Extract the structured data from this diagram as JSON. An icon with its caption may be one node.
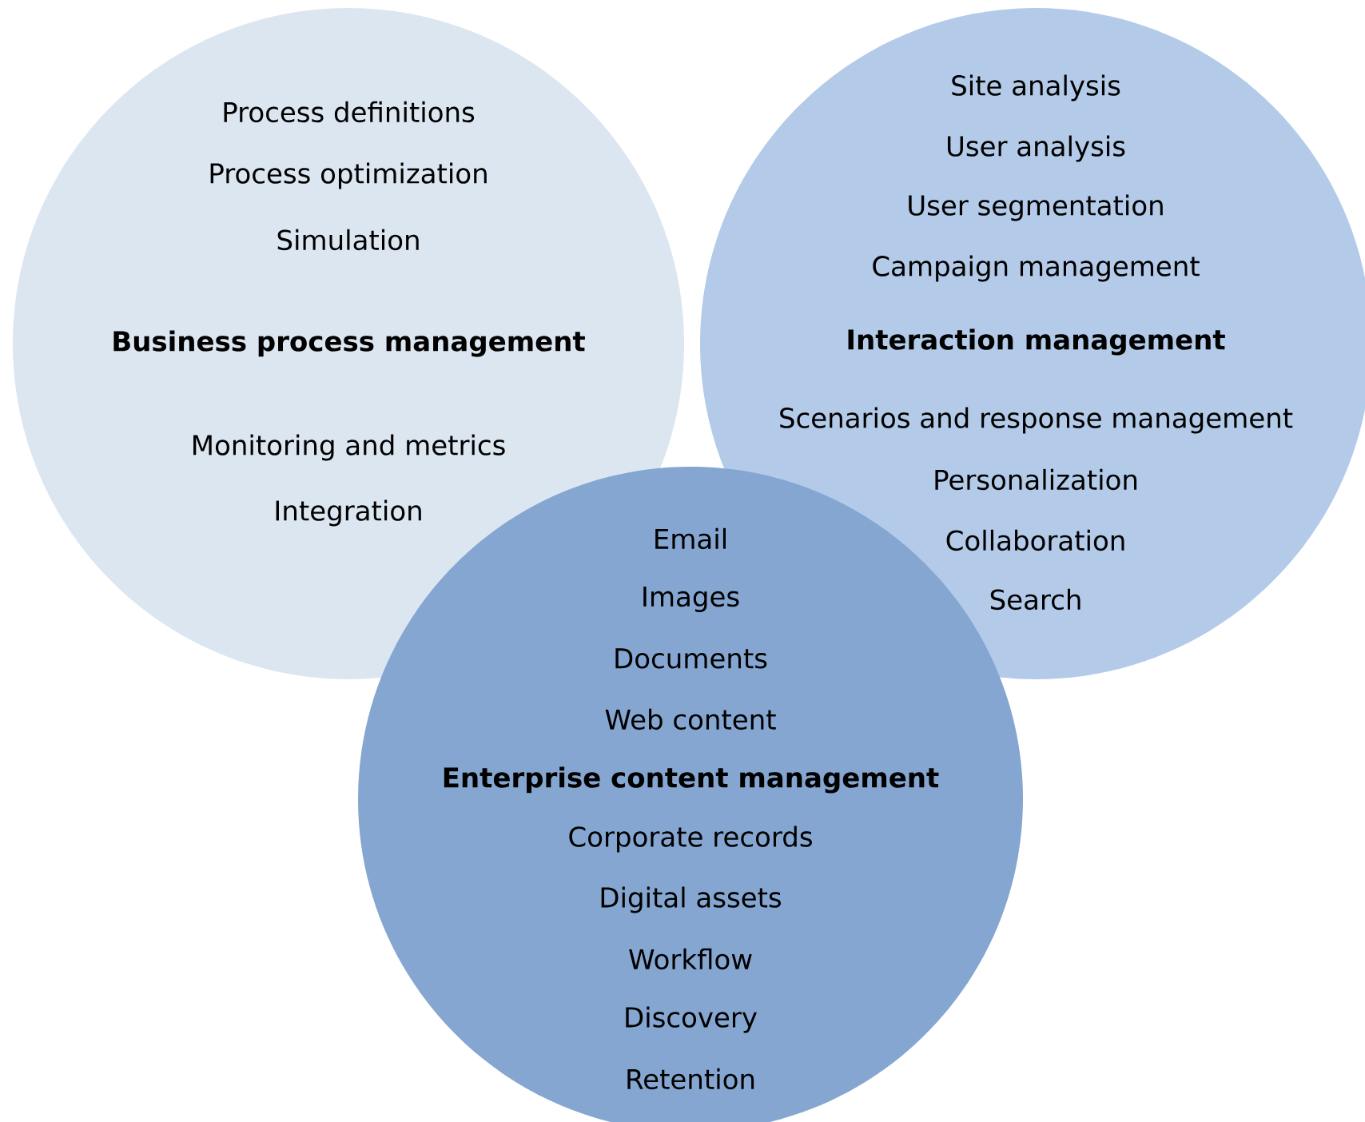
{
  "diagram": {
    "nodes": [
      {
        "text": [
          "Process definitions",
          "Process optimization",
          "Simulation",
          "Business process management",
          "Monitoring and metrics",
          "Integration"
        ]
      },
      {
        "text": [
          "Site analysis",
          "User analysis",
          "User segmentation",
          "Campaign management",
          "Interaction management",
          "Scenarios and response management",
          "Personalization",
          "Collaboration",
          "Search"
        ]
      },
      {
        "text": [
          "Email",
          "Images",
          "Documents",
          "Web content",
          "Enterprise content management",
          "Corporate records",
          "Digital assets",
          "Workflow",
          "Discovery",
          "Retention"
        ]
      }
    ]
  }
}
